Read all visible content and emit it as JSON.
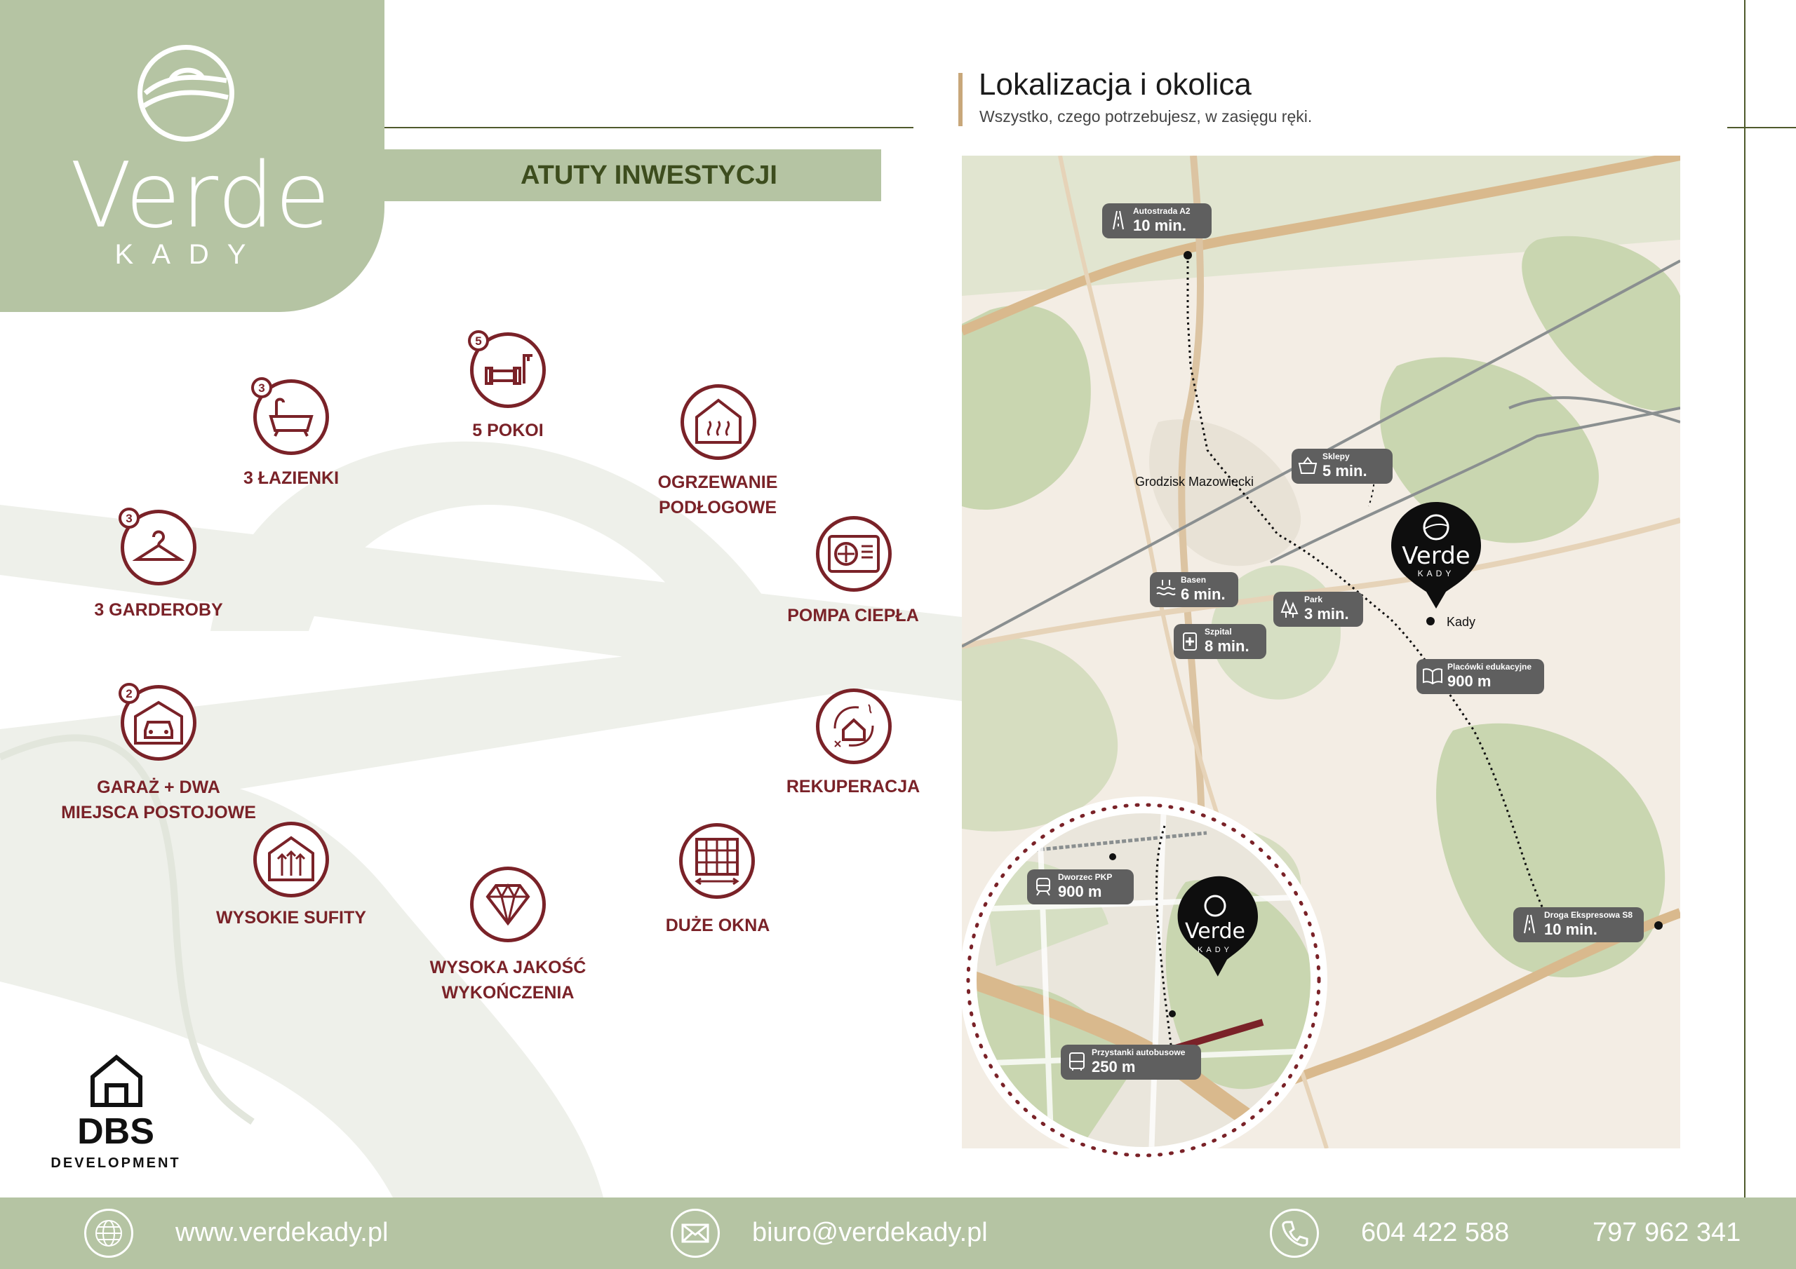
{
  "brand": {
    "logo_word": "Verde",
    "logo_sub": "KADY",
    "developer_name": "DBS",
    "developer_sub": "DEVELOPMENT"
  },
  "banner": {
    "title": "ATUTY INWESTYCJI"
  },
  "features": [
    {
      "label": "3 ŁAZIENKI",
      "badge": "3",
      "icon": "bathtub-icon"
    },
    {
      "label": "5 POKOI",
      "badge": "5",
      "icon": "living-room-icon"
    },
    {
      "label": "OGRZEWANIE\nPODŁOGOWE",
      "badge": "",
      "icon": "floor-heating-icon"
    },
    {
      "label": "3 GARDEROBY",
      "badge": "3",
      "icon": "hanger-icon"
    },
    {
      "label": "POMPA CIEPŁA",
      "badge": "",
      "icon": "heat-pump-icon"
    },
    {
      "label": "GARAŻ + DWA\nMIEJSCA POSTOJOWE",
      "badge": "2",
      "icon": "garage-icon"
    },
    {
      "label": "REKUPERACJA",
      "badge": "",
      "icon": "recuperation-icon"
    },
    {
      "label": "WYSOKIE SUFITY",
      "badge": "",
      "icon": "high-ceiling-icon"
    },
    {
      "label": "DUŻE OKNA",
      "badge": "",
      "icon": "window-icon"
    },
    {
      "label": "WYSOKA JAKOŚĆ\nWYKOŃCZENIA",
      "badge": "",
      "icon": "diamond-icon"
    }
  ],
  "location": {
    "title": "Lokalizacja i okolica",
    "subtitle": "Wszystko, czego potrzebujesz, w zasięgu ręki."
  },
  "map": {
    "places": {
      "city": "Grodzisk Mazowiecki",
      "kady": "Kady"
    },
    "callouts": [
      {
        "label": "Autostrada A2",
        "value": "10 min.",
        "icon": "road-icon"
      },
      {
        "label": "Sklepy",
        "value": "5 min.",
        "icon": "basket-icon"
      },
      {
        "label": "Basen",
        "value": "6 min.",
        "icon": "pool-icon"
      },
      {
        "label": "Park",
        "value": "3 min.",
        "icon": "trees-icon"
      },
      {
        "label": "Szpital",
        "value": "8 min.",
        "icon": "hospital-icon"
      },
      {
        "label": "Placówki edukacyjne",
        "value": "900 m",
        "icon": "book-icon"
      },
      {
        "label": "Droga Ekspresowa S8",
        "value": "10 min.",
        "icon": "road-icon"
      },
      {
        "label": "Dworzec PKP",
        "value": "900 m",
        "icon": "train-icon"
      },
      {
        "label": "Przystanki autobusowe",
        "value": "250 m",
        "icon": "bus-icon"
      }
    ],
    "pin_word": "Verde",
    "pin_sub": "KADY"
  },
  "footer": {
    "website": "www.verdekady.pl",
    "email": "biuro@verdekady.pl",
    "phone1": "604 422 588",
    "phone2": "797 962 341"
  },
  "colors": {
    "sage": "#b5c4a3",
    "burgundy": "#7a2228",
    "olive": "#3d4d1e",
    "callout_gray": "#5f5f5f",
    "map_bg": "#f3ede4",
    "map_green": "#c9d6b0",
    "map_road": "#d9b98d"
  }
}
